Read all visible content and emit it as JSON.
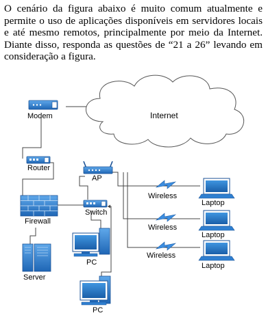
{
  "question": {
    "intro_text": "O cenário da figura abaixo é muito comum atualmente e permite o uso de aplicações disponíveis em servidores locais e até mesmo remotos, principalmente por meio da Internet. Diante disso, responda as questões de “21 a 26” levando em consideração a figura."
  },
  "diagram": {
    "internet_label": "Internet",
    "modem_label": "Modem",
    "router_label": "Router",
    "firewall_label": "Firewall",
    "server_label": "Server",
    "ap_label": "AP",
    "switch_label": "Switch",
    "pc_label": "PC",
    "wireless_label": "Wireless",
    "laptop_label": "Laptop",
    "device_color": "#2f7fd0",
    "firewall_color": "#2a74c4"
  }
}
